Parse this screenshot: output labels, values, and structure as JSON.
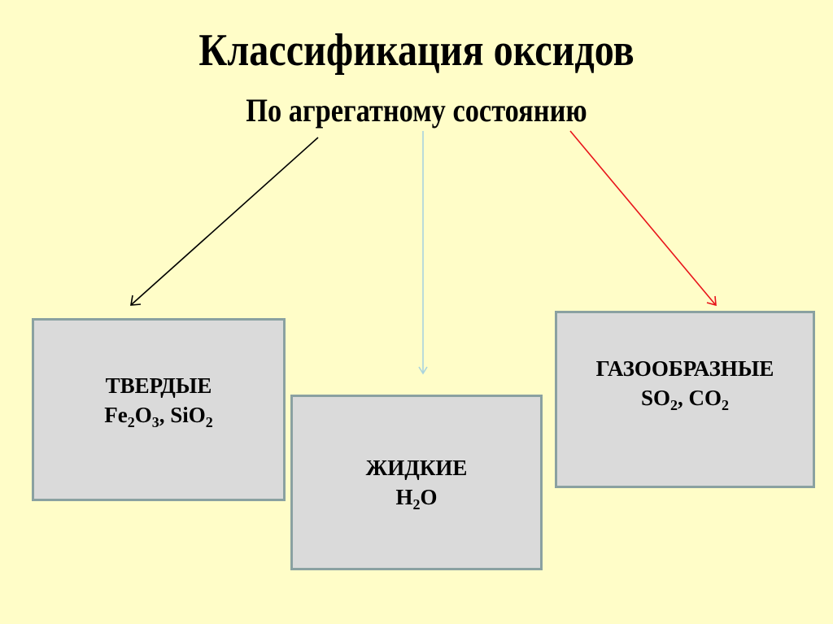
{
  "slide": {
    "title": "Классификация оксидов",
    "subtitle": "По агрегатному состоянию",
    "background_color": "#fffdc8"
  },
  "diagram": {
    "root": "По агрегатному состоянию",
    "branches": [
      {
        "id": "solid",
        "label": "ТВЕРДЫЕ",
        "formula_parts": [
          {
            "t": "Fe"
          },
          {
            "sub": "2"
          },
          {
            "t": "O"
          },
          {
            "sub": "3"
          },
          {
            "t": ", SiO"
          },
          {
            "sub": "2"
          }
        ],
        "formula_text": "Fe2O3, SiO2",
        "arrow_color": "#000000"
      },
      {
        "id": "liquid",
        "label": "ЖИДКИЕ",
        "formula_parts": [
          {
            "t": "H"
          },
          {
            "sub": "2"
          },
          {
            "t": "O"
          }
        ],
        "formula_text": "H2O",
        "arrow_color": "#a9d3de"
      },
      {
        "id": "gas",
        "label": "ГАЗООБРАЗНЫЕ",
        "formula_parts": [
          {
            "t": "SO"
          },
          {
            "sub": "2"
          },
          {
            "t": ", CO"
          },
          {
            "sub": "2"
          }
        ],
        "formula_text": "SO2, CO2",
        "arrow_color": "#e8141a"
      }
    ],
    "box_fill": "#dadada",
    "box_border": "#8aa1a1"
  }
}
